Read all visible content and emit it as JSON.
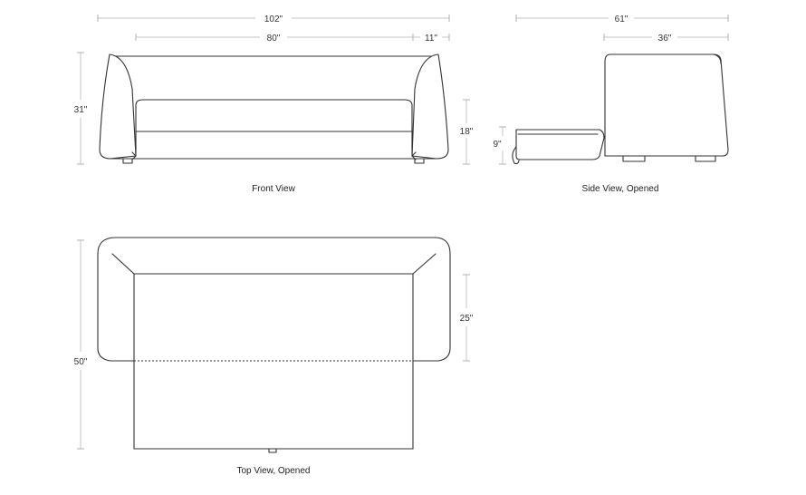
{
  "colors": {
    "line": "#333333",
    "dimension_line": "#c4c4c4",
    "background": "#ffffff"
  },
  "front_view": {
    "caption": "Front View",
    "overall_width": "102\"",
    "inner_width": "80\"",
    "arm_width": "11\"",
    "height": "31\"",
    "seat_height": "18\""
  },
  "side_view": {
    "caption": "Side View, Opened",
    "opened_depth": "61\"",
    "depth": "36\"",
    "mattress_height": "9\""
  },
  "top_view": {
    "caption": "Top View, Opened",
    "opened_depth": "50\"",
    "seat_depth": "25\""
  }
}
